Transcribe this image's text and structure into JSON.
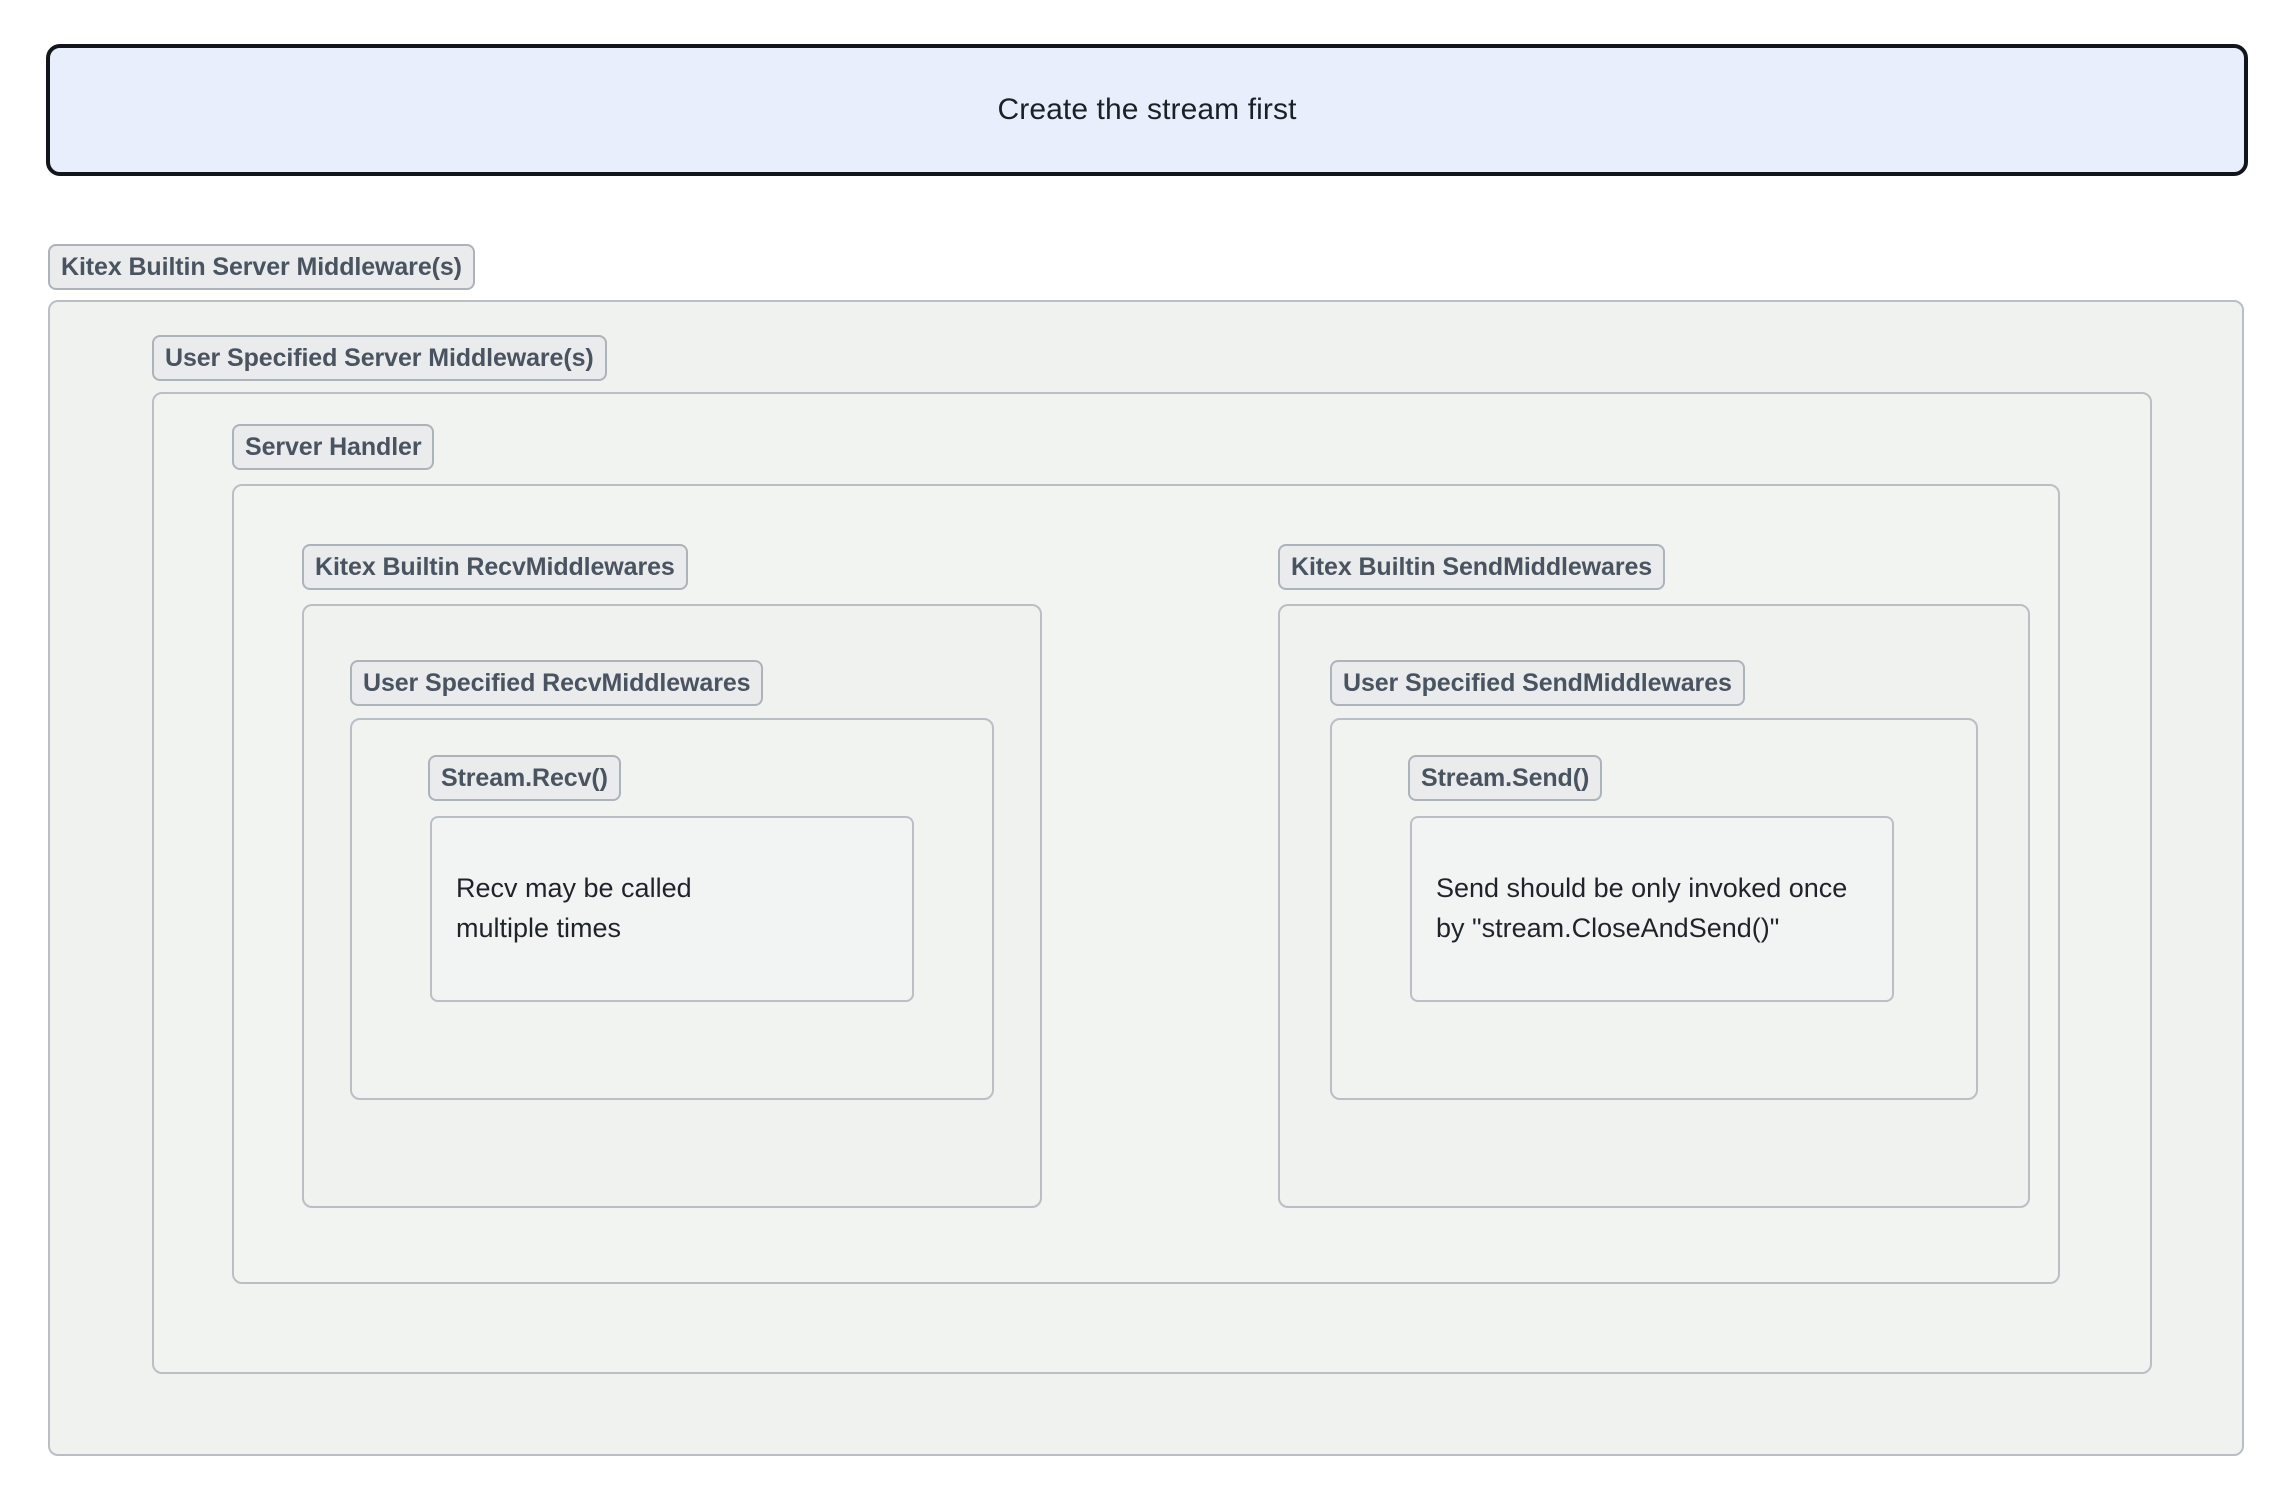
{
  "diagram": {
    "type": "nested-container-diagram",
    "title_banner": {
      "text": "Create the stream first",
      "fill": "#e8eefb",
      "border": "#12161c"
    },
    "levels": {
      "l1": {
        "label": "Kitex Builtin Server Middleware(s)"
      },
      "l2": {
        "label": "User Specified Server Middleware(s)"
      },
      "l3": {
        "label": "Server Handler"
      }
    },
    "columns": [
      {
        "side": "recv",
        "builtin_label": "Kitex Builtin RecvMiddlewares",
        "user_label": "User Specified RecvMiddlewares",
        "call_label": "Stream.Recv()",
        "note": "Recv may be called\nmultiple times"
      },
      {
        "side": "send",
        "builtin_label": "Kitex Builtin SendMiddlewares",
        "user_label": "User Specified SendMiddlewares",
        "call_label": "Stream.Send()",
        "note": "Send should be only invoked once\nby \"stream.CloseAndSend()\""
      }
    ],
    "colors": {
      "badge_fill": "#e9ebed",
      "badge_border": "#adb3ba",
      "badge_text": "#4a5360",
      "group_border": "#b9bfc4",
      "group_fill": "#f1f3f2",
      "note_fill": "#f2f4f3",
      "page_background": "#ffffff"
    }
  }
}
